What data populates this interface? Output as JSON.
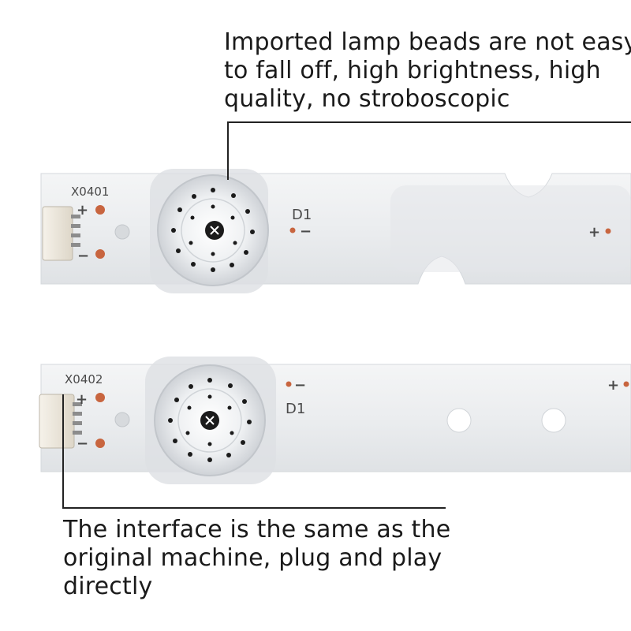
{
  "captions": {
    "top": [
      "Imported lamp beads are not easy",
      "to fall off, high brightness, high",
      "quality, no stroboscopic"
    ],
    "bottom": [
      "The interface is the same as the",
      "original machine, plug and play",
      "directly"
    ]
  },
  "strips": {
    "top": {
      "part_code": "X0401",
      "connector_plus": "+",
      "connector_minus": "−",
      "led_label": "D1",
      "led_polarity": "−",
      "right_polarity": "+"
    },
    "bottom": {
      "part_code": "X0402",
      "connector_plus": "+",
      "connector_minus": "−",
      "led_label": "D1",
      "led_polarity": "−",
      "right_polarity": "+"
    }
  },
  "colors": {
    "strip": "#eceef0",
    "pad": "#c8653f",
    "leader_line": "#222222",
    "lens_dot": "#1b1b1b"
  }
}
